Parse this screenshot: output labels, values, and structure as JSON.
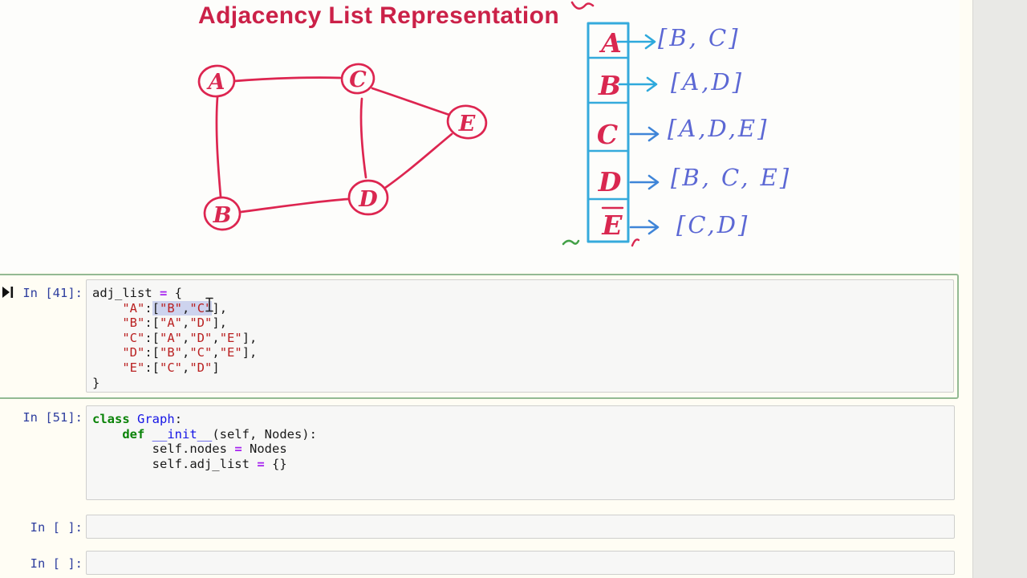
{
  "whiteboard": {
    "title": "Adjacency List Representation",
    "nodes": [
      {
        "label": "A"
      },
      {
        "label": "B"
      },
      {
        "label": "C"
      },
      {
        "label": "D"
      },
      {
        "label": "E"
      }
    ],
    "edges": [
      "A-C",
      "A-B",
      "B-D",
      "C-D",
      "C-E",
      "D-E"
    ],
    "adjacency_rows": [
      {
        "node": "A",
        "list": "[B, C]"
      },
      {
        "node": "B",
        "list": "[A,D]"
      },
      {
        "node": "C",
        "list": "[A,D,E]"
      },
      {
        "node": "D",
        "list": "[B, C, E]"
      },
      {
        "node": "E",
        "list": "[C,D]"
      }
    ],
    "colors": {
      "marker_red": "#d92750",
      "marker_cyan": "#35aadc",
      "marker_blue": "#3f85d8",
      "list_blue": "#5c68d4",
      "marker_green": "#43a047",
      "title_red": "#cb2148"
    }
  },
  "notebook": {
    "selected_cell_index": 0,
    "selected_cell_border_color": "#93ba93",
    "prompt_color": "#2f3f9f",
    "cells": [
      {
        "prompt": "In [41]:",
        "code": [
          [
            [
              "p",
              "adj_list "
            ],
            [
              "o",
              "="
            ],
            [
              "p",
              " {"
            ]
          ],
          [
            [
              "p",
              "    "
            ],
            [
              "s",
              "\"A\""
            ],
            [
              "p",
              ":"
            ],
            [
              "p",
              "[",
              1
            ],
            [
              "s",
              "\"B\"",
              1
            ],
            [
              "p",
              ",",
              1
            ],
            [
              "s",
              "\"C\"",
              1
            ],
            [
              "p",
              "],"
            ]
          ],
          [
            [
              "p",
              "    "
            ],
            [
              "s",
              "\"B\""
            ],
            [
              "p",
              ":["
            ],
            [
              "s",
              "\"A\""
            ],
            [
              "p",
              ","
            ],
            [
              "s",
              "\"D\""
            ],
            [
              "p",
              "],"
            ]
          ],
          [
            [
              "p",
              "    "
            ],
            [
              "s",
              "\"C\""
            ],
            [
              "p",
              ":["
            ],
            [
              "s",
              "\"A\""
            ],
            [
              "p",
              ","
            ],
            [
              "s",
              "\"D\""
            ],
            [
              "p",
              ","
            ],
            [
              "s",
              "\"E\""
            ],
            [
              "p",
              "],"
            ]
          ],
          [
            [
              "p",
              "    "
            ],
            [
              "s",
              "\"D\""
            ],
            [
              "p",
              ":["
            ],
            [
              "s",
              "\"B\""
            ],
            [
              "p",
              ","
            ],
            [
              "s",
              "\"C\""
            ],
            [
              "p",
              ","
            ],
            [
              "s",
              "\"E\""
            ],
            [
              "p",
              "],"
            ]
          ],
          [
            [
              "p",
              "    "
            ],
            [
              "s",
              "\"E\""
            ],
            [
              "p",
              ":["
            ],
            [
              "s",
              "\"C\""
            ],
            [
              "p",
              ","
            ],
            [
              "s",
              "\"D\""
            ],
            [
              "p",
              "]"
            ]
          ],
          [
            [
              "p",
              "}"
            ]
          ]
        ]
      },
      {
        "prompt": "In [51]:",
        "code": [
          [
            [
              "k",
              "class"
            ],
            [
              "p",
              " "
            ],
            [
              "n",
              "Graph"
            ],
            [
              "p",
              ":"
            ]
          ],
          [
            [
              "p",
              "    "
            ],
            [
              "k",
              "def"
            ],
            [
              "p",
              " "
            ],
            [
              "n",
              "__init__"
            ],
            [
              "p",
              "(self, Nodes):"
            ]
          ],
          [
            [
              "p",
              "        self.nodes "
            ],
            [
              "o",
              "="
            ],
            [
              "p",
              " Nodes"
            ]
          ],
          [
            [
              "p",
              "        self.adj_list "
            ],
            [
              "o",
              "="
            ],
            [
              "p",
              " {}"
            ]
          ]
        ]
      },
      {
        "prompt": "In [ ]:"
      },
      {
        "prompt": "In [ ]:"
      }
    ]
  }
}
